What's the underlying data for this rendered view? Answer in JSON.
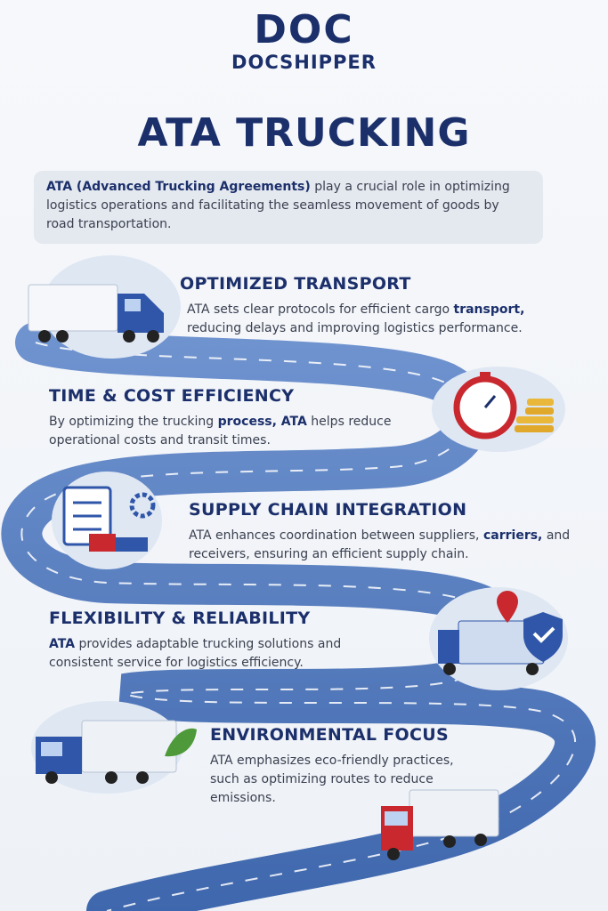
{
  "logo": {
    "mark": "DOC",
    "name": "DOCSHIPPER"
  },
  "title": "ATA TRUCKING",
  "intro": {
    "bold": "ATA (Advanced Trucking Agreements)",
    "rest": " play a crucial role in optimizing logistics operations and facilitating the seamless movement of goods by road transportation."
  },
  "sections": [
    {
      "title": "OPTIMIZED TRANSPORT",
      "text_a": "ATA sets clear protocols for efficient cargo ",
      "bold": "transport,",
      "text_b": " reducing delays and improving logistics performance.",
      "icon": "semi-truck-icon"
    },
    {
      "title": "TIME & COST EFFICIENCY",
      "text_a": "By optimizing the trucking ",
      "bold": "process, ATA",
      "text_b": " helps reduce operational costs and transit times.",
      "icon": "stopwatch-coins-icon"
    },
    {
      "title": "SUPPLY CHAIN INTEGRATION",
      "text_a": "ATA enhances coordination between suppliers, ",
      "bold": "carriers,",
      "text_b": " and receivers, ensuring an efficient supply chain.",
      "icon": "checklist-gear-icon"
    },
    {
      "title": "FLEXIBILITY & RELIABILITY",
      "text_a": "",
      "bold": "ATA",
      "text_b": " provides adaptable trucking solutions and consistent service for logistics efficiency.",
      "icon": "truck-shield-icon"
    },
    {
      "title": "ENVIRONMENTAL FOCUS",
      "text_a": "ATA emphasizes eco-friendly practices, such as optimizing routes to reduce emissions.",
      "bold": "",
      "text_b": "",
      "icon": "eco-truck-icon"
    }
  ],
  "colors": {
    "navy": "#1b2f6b",
    "road": "#4a72b8",
    "accent_red": "#c8282e"
  }
}
